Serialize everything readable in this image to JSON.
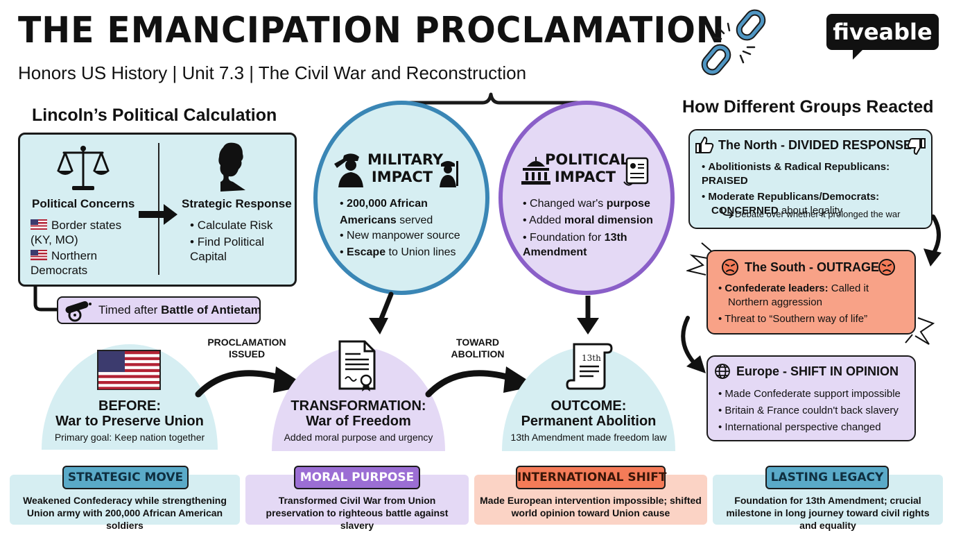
{
  "header": {
    "title": "THE EMANCIPATION PROCLAMATION",
    "subtitle": "Honors US History | Unit 7.3 | The Civil War and Reconstruction",
    "logo": "fiveable"
  },
  "lincoln": {
    "title": "Lincoln’s Political Calculation",
    "concerns_head": "Political Concerns",
    "concerns": [
      "Border states (KY, MO)",
      "Northern Democrats"
    ],
    "strategy_head": "Strategic Response",
    "strategy": [
      "Calculate Risk",
      "Find Political Capital"
    ],
    "timing_prefix": "Timed after ",
    "timing_bold": "Battle of Antietam"
  },
  "military": {
    "title_line1": "MILITARY",
    "title_line2": "IMPACT",
    "items": [
      {
        "bold": "200,000 African Americans",
        "rest": " served"
      },
      {
        "bold": "",
        "rest": "New manpower source"
      },
      {
        "bold": "Escape",
        "rest": " to Union lines"
      }
    ]
  },
  "political": {
    "title_line1": "POLITICAL",
    "title_line2": "IMPACT",
    "items": [
      {
        "pre": "Changed war's ",
        "bold": "purpose"
      },
      {
        "pre": "Added ",
        "bold": "moral dimension"
      },
      {
        "pre": "Foundation for ",
        "bold": "13th Amendment"
      }
    ]
  },
  "flow": {
    "before": {
      "title1": "BEFORE:",
      "title2": "War to Preserve Union",
      "sub": "Primary goal: Keep nation together"
    },
    "arrow1": [
      "PROCLAMATION",
      "ISSUED"
    ],
    "transform": {
      "title1": "TRANSFORMATION:",
      "title2": "War of Freedom",
      "sub": "Added moral purpose and urgency"
    },
    "arrow2": [
      "TOWARD",
      "ABOLITION"
    ],
    "outcome": {
      "title1": "OUTCOME:",
      "title2": "Permanent Abolition",
      "sub": "13th Amendment made freedom law"
    },
    "scroll_label": "13th"
  },
  "groups": {
    "title": "How Different Groups Reacted",
    "north": {
      "title": "The North - DIVIDED RESPONSE",
      "item1_bold": "Abolitionists & Radical Republicans: PRAISED",
      "item2_bold1": "Moderate Republicans/Democrats:",
      "item2_bold2": "CONCERNED",
      "item2_rest": " about legality",
      "note": "Debate over whether it prolonged the war"
    },
    "south": {
      "title": "The South - OUTRAGE",
      "item1_bold": "Confederate leaders:",
      "item1_rest": " Called it Northern aggression",
      "item2": "Threat to “Southern way of life”"
    },
    "europe": {
      "title": "Europe - SHIFT IN OPINION",
      "items": [
        "Made Confederate support impossible",
        "Britain & France couldn't back slavery",
        "International perspective changed"
      ]
    }
  },
  "cards": [
    {
      "label": "STRATEGIC MOVE",
      "text": "Weakened Confederacy while strengthening Union army with 200,000 African American soldiers"
    },
    {
      "label": "MORAL PURPOSE",
      "text": "Transformed Civil War from Union preservation to righteous battle against slavery"
    },
    {
      "label": "INTERNATIONAL SHIFT",
      "text": "Made European intervention impossible; shifted world opinion toward Union cause"
    },
    {
      "label": "LASTING LEGACY",
      "text": "Foundation for 13th Amendment; crucial milestone in long journey toward civil rights and equality"
    }
  ],
  "colors": {
    "light_blue": "#d6eef2",
    "light_purple": "#e4d9f5",
    "blue_ring": "#3a86b5",
    "purple_ring": "#8a5fc8",
    "salmon": "#f8a287"
  }
}
